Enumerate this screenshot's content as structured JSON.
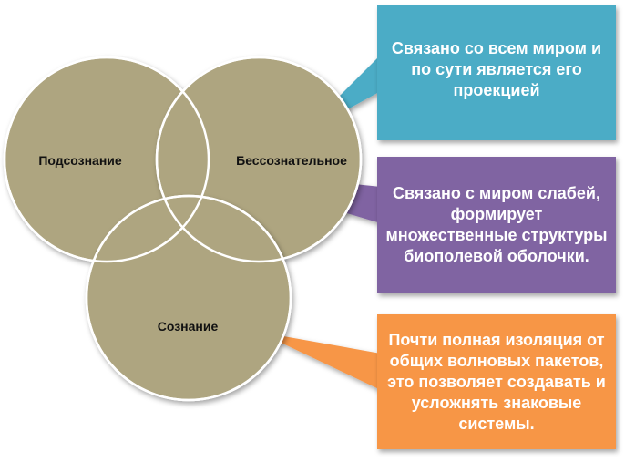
{
  "circles": {
    "subconscious": {
      "label": "Подсознание"
    },
    "unconscious": {
      "label": "Бессознательное"
    },
    "conscious": {
      "label": "Сознание"
    }
  },
  "callouts": {
    "top": {
      "text": "Связано со всем миром и по сути является его проекцией",
      "color": "#4bacc6"
    },
    "middle": {
      "text": "Связано с миром слабей, формирует множественные структуры биополевой оболочки.",
      "color": "#8064a2"
    },
    "bottom": {
      "text": "Почти полная изоляция от общих волновых пакетов, это позволяет создавать и усложнять знаковые системы.",
      "color": "#f79646"
    }
  },
  "colors": {
    "circle_fill": "#aea580",
    "circle_stroke": "#ffffff"
  }
}
